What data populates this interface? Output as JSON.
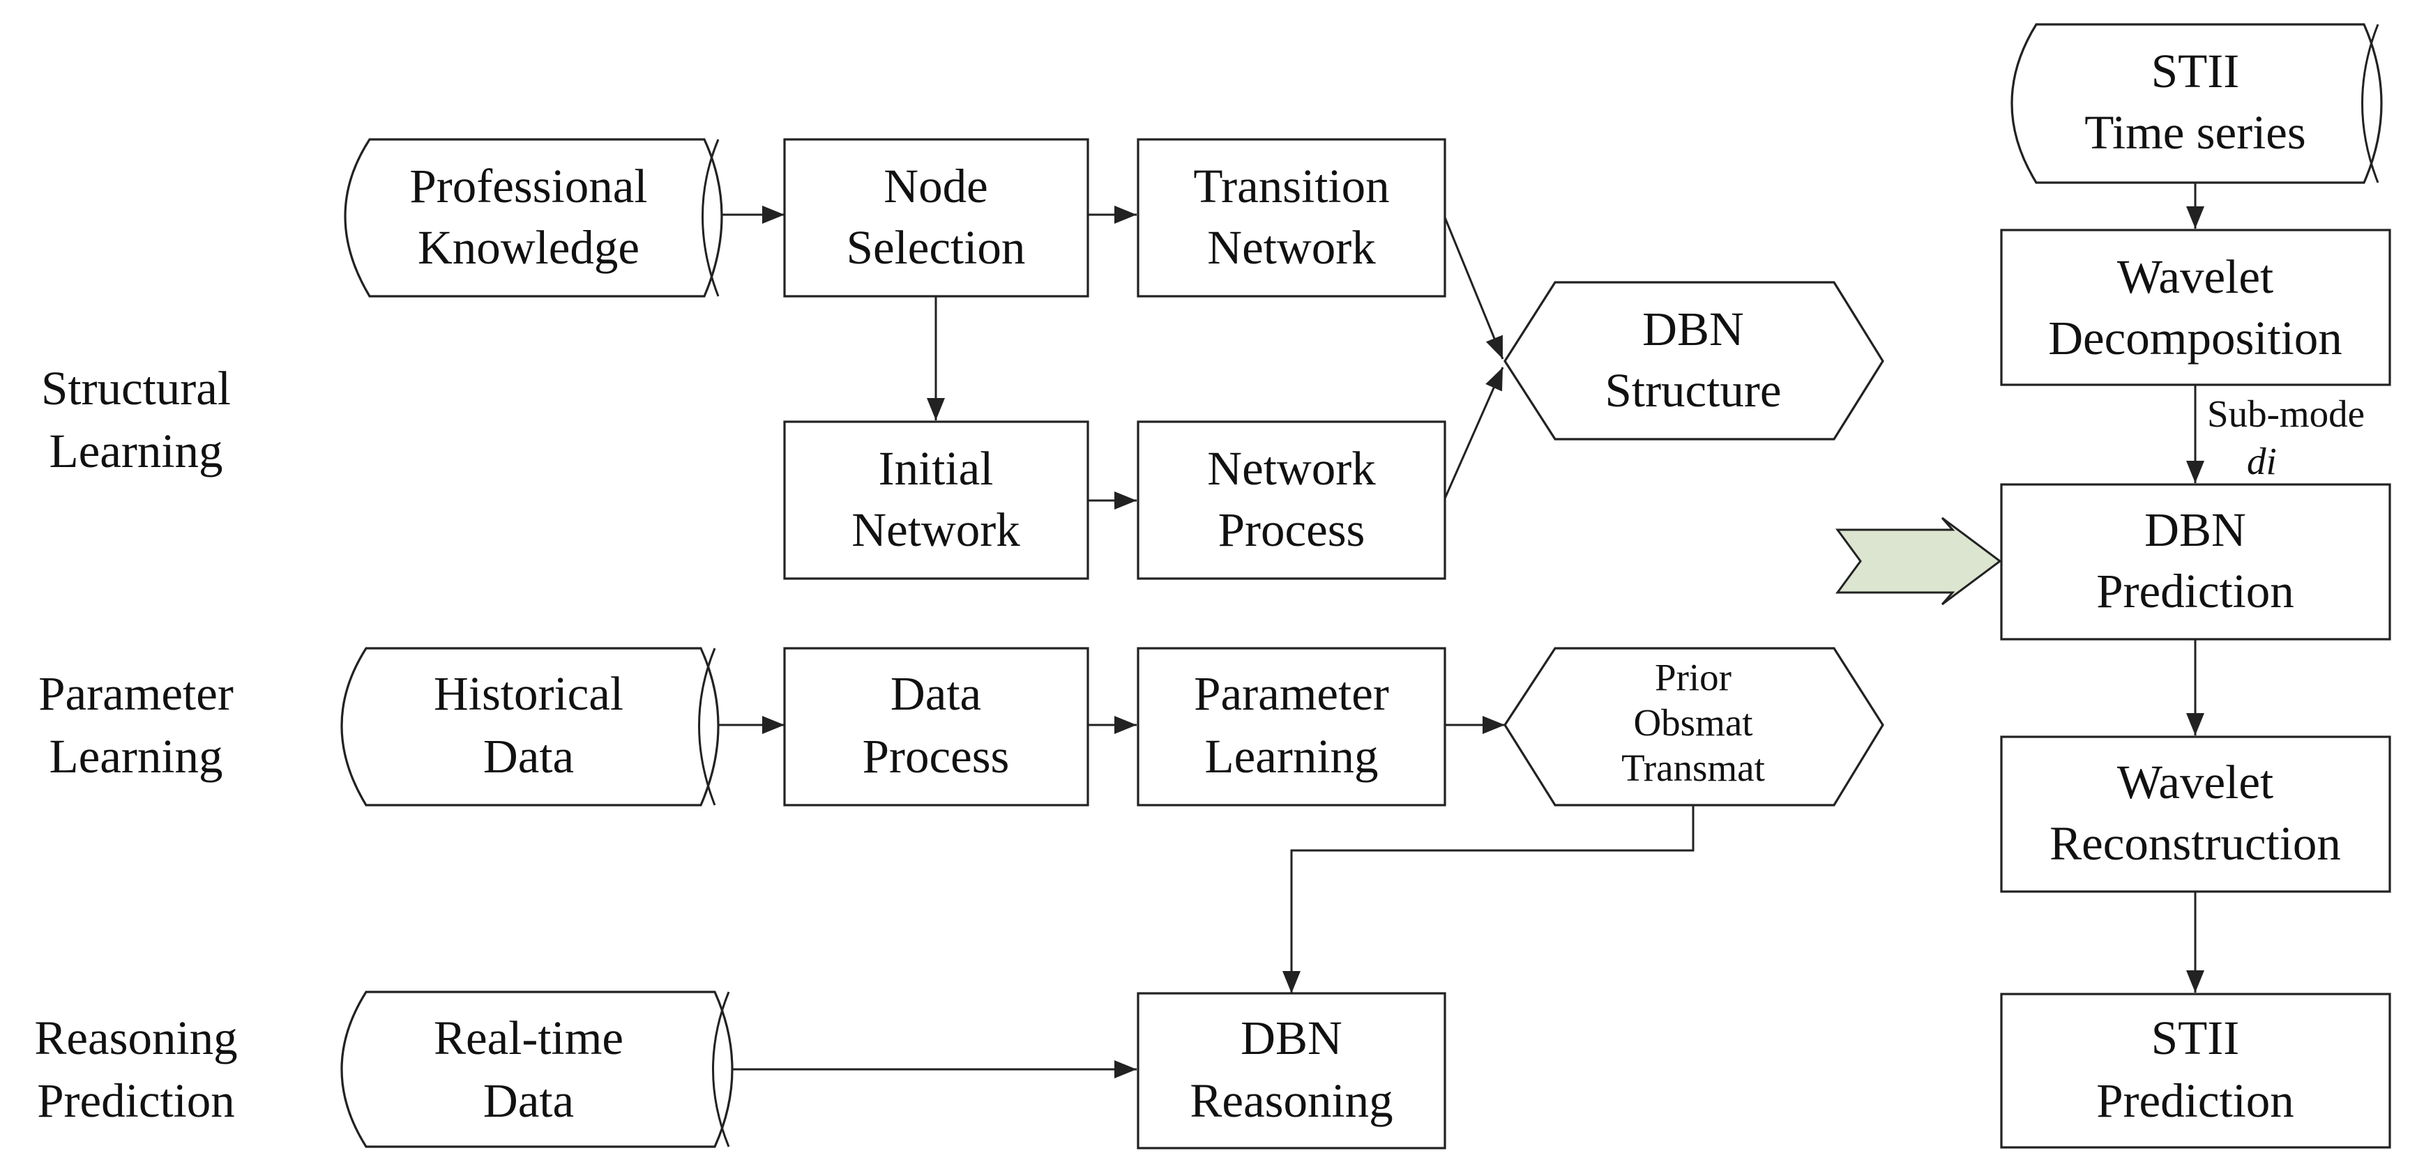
{
  "row_labels": {
    "structural": [
      "Structural",
      "Learning"
    ],
    "parameter": [
      "Parameter",
      "Learning"
    ],
    "reasoning": [
      "Reasoning",
      "Prediction"
    ]
  },
  "nodes": {
    "professional_knowledge": [
      "Professional",
      "Knowledge"
    ],
    "node_selection": [
      "Node",
      "Selection"
    ],
    "transition_network": [
      "Transition",
      "Network"
    ],
    "initial_network": [
      "Initial",
      "Network"
    ],
    "network_process": [
      "Network",
      "Process"
    ],
    "dbn_structure": [
      "DBN",
      "Structure"
    ],
    "historical_data": [
      "Historical",
      "Data"
    ],
    "data_process": [
      "Data",
      "Process"
    ],
    "parameter_learning": [
      "Parameter",
      "Learning"
    ],
    "prior_obsmat_transmat": [
      "Prior",
      "Obsmat",
      "Transmat"
    ],
    "real_time_data": [
      "Real-time",
      "Data"
    ],
    "dbn_reasoning": [
      "DBN",
      "Reasoning"
    ],
    "stii_time_series": [
      "STII",
      "Time series"
    ],
    "wavelet_decomposition": [
      "Wavelet",
      "Decomposition"
    ],
    "dbn_prediction": [
      "DBN",
      "Prediction"
    ],
    "wavelet_reconstruction": [
      "Wavelet",
      "Reconstruction"
    ],
    "stii_prediction": [
      "STII",
      "Prediction"
    ]
  },
  "edge_labels": {
    "sub_mode": "Sub-mode",
    "sub_mode_symbol": "di"
  },
  "colors": {
    "stroke": "#222222",
    "block_arrow_fill": "#dbe5cf",
    "background": "#ffffff"
  }
}
